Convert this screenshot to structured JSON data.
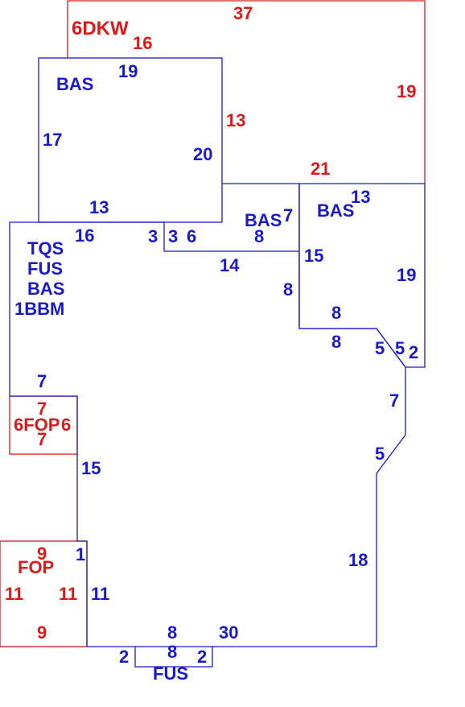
{
  "colors": {
    "main": "#1a1acc",
    "exterior": "#dd1a1a",
    "background": "#ffffff"
  },
  "areas": {
    "dkw_code": "6DKW",
    "bas_upper_left": "BAS",
    "bas_middle": "BAS",
    "bas_right": "BAS",
    "main_codes": [
      "TQS",
      "FUS",
      "BAS"
    ],
    "main_code_bottom": "1BBM",
    "fop_small": "6FOP",
    "fop_large": "FOP",
    "fus_bottom": "FUS"
  },
  "dims": {
    "d_37": "37",
    "d_16_top": "16",
    "d_19_red": "19",
    "d_13_red": "13",
    "d_21": "21",
    "d_19_top": "19",
    "d_17": "17",
    "d_20": "20",
    "d_13_left": "13",
    "d_16_left": "16",
    "d_3a": "3",
    "d_3b": "3",
    "d_6": "6",
    "d_14": "14",
    "d_7_mid": "7",
    "d_8_mid": "8",
    "d_13_right": "13",
    "d_15_right": "15",
    "d_8_right": "8",
    "d_19_right": "19",
    "d_8_step_a": "8",
    "d_8_step_b": "8",
    "d_5_a": "5",
    "d_5_b": "5",
    "d_2_right": "2",
    "d_7_right": "7",
    "d_5_right": "5",
    "d_18": "18",
    "d_30": "30",
    "d_7_blue": "7",
    "d_7_red_top": "7",
    "d_6_red_right": "6",
    "d_7_red_bottom": "7",
    "d_15_left": "15",
    "d_9_top": "9",
    "d_1": "1",
    "d_11_left": "11",
    "d_11_red_right": "11",
    "d_11_blue": "11",
    "d_9_bottom": "9",
    "d_8_bottom_a": "8",
    "d_8_bottom_b": "8",
    "d_2_bottom_left": "2",
    "d_2_bottom_right": "2"
  }
}
